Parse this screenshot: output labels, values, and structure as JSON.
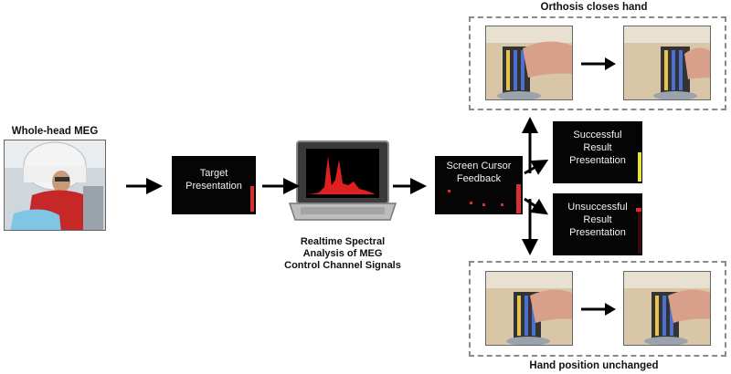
{
  "labels": {
    "meg": "Whole-head MEG",
    "analysis": "Realtime Spectral\nAnalysis of MEG\nControl Channel Signals",
    "orthosis": "Orthosis closes hand",
    "unchanged": "Hand position unchanged"
  },
  "boxes": {
    "target": "Target\nPresentation",
    "cursor": "Screen Cursor\nFeedback",
    "success": "Successful\nResult\nPresentation",
    "fail": "Unsuccessful\nResult\nPresentation"
  },
  "colors": {
    "red_bar": "#d83030",
    "yellow_bar": "#e8e23a",
    "spectrum": "#e02020",
    "arrow": "#000000"
  }
}
